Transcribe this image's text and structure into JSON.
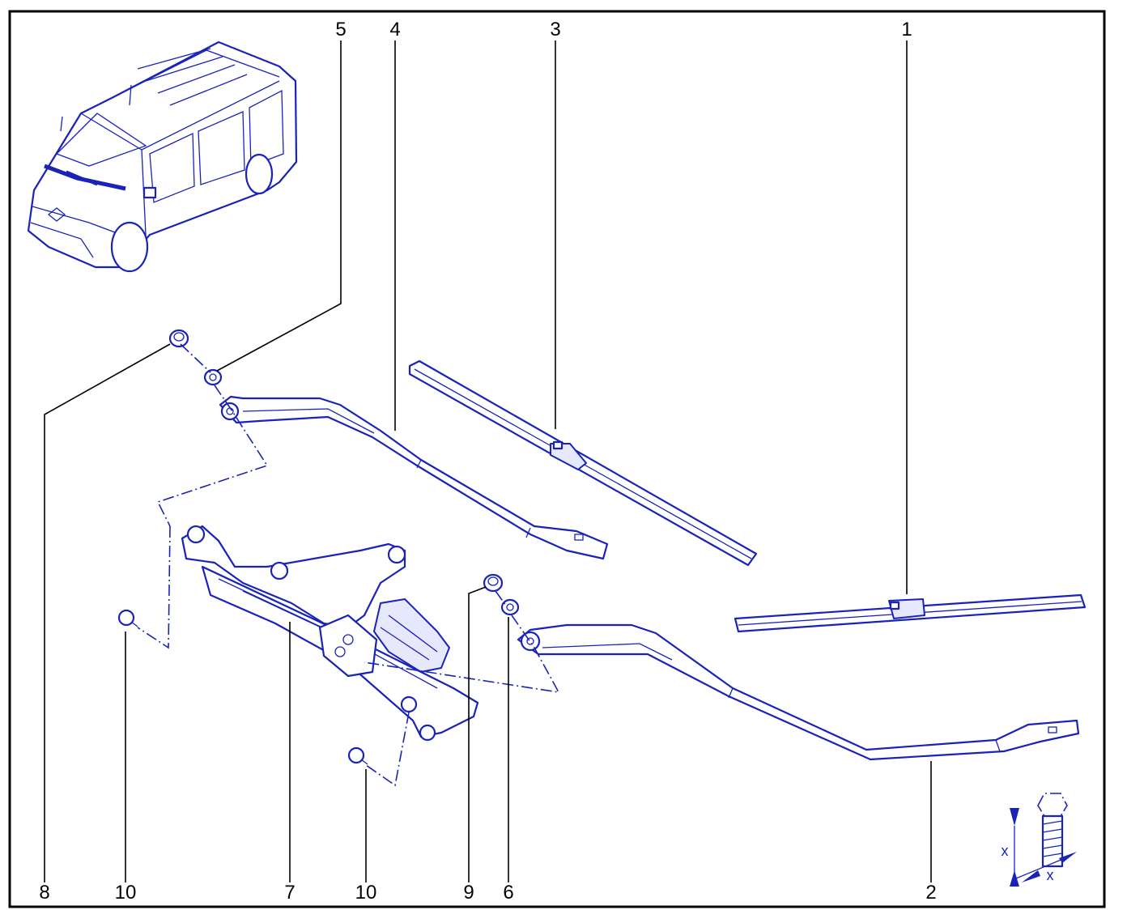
{
  "diagram": {
    "colors": {
      "line": "#1a23b8",
      "fill": "#e6e8fb",
      "frame": "#000000"
    },
    "callouts_top": [
      "5",
      "4",
      "3",
      "1"
    ],
    "callouts_bottom": [
      "8",
      "10",
      "7",
      "10",
      "9",
      "6",
      "2"
    ],
    "torque_detail": {
      "dim_label_vertical": "x",
      "dim_label_horizontal": "x"
    }
  }
}
